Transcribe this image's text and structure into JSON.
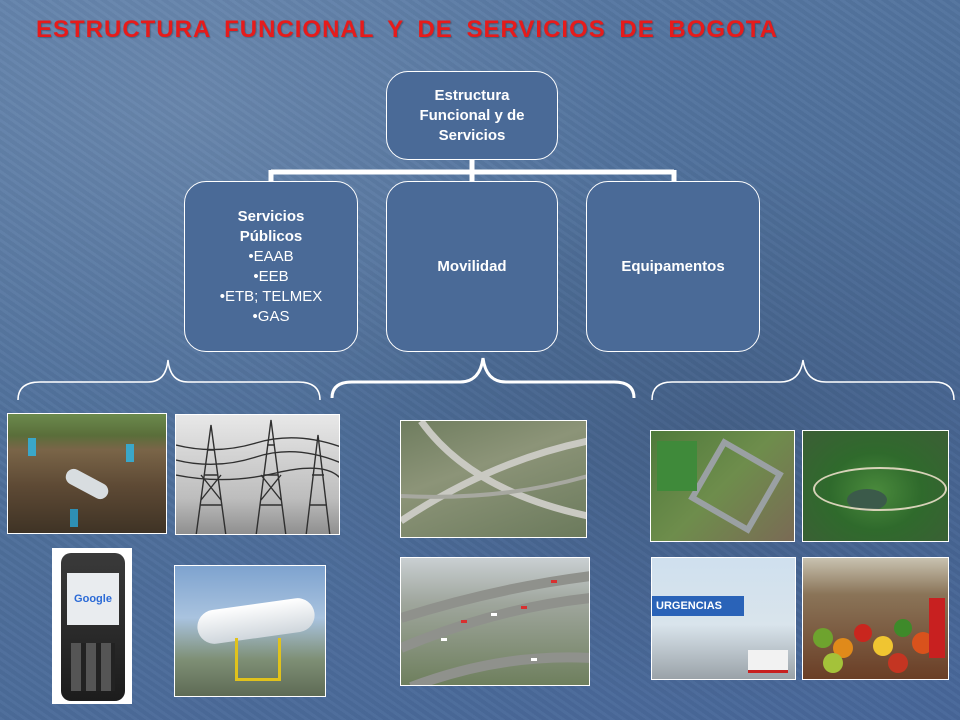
{
  "title": "ESTRUCTURA  FUNCIONAL  Y  DE  SERVICIOS  DE  BOGOTA",
  "root": {
    "label": "Estructura Funcional y de Servicios"
  },
  "children": [
    {
      "label": "Servicios Públicos",
      "items": [
        "•EAAB",
        "•EEB",
        "•ETB; TELMEX",
        "•GAS"
      ]
    },
    {
      "label": "Movilidad",
      "items": []
    },
    {
      "label": "Equipamentos",
      "items": []
    }
  ],
  "photos": {
    "servicios": [
      "excavation-pipes-photo",
      "power-transmission-towers-photo",
      "google-mobile-phone-photo",
      "gas-storage-tank-photo"
    ],
    "movilidad": [
      "highway-interchange-photo",
      "urban-highway-traffic-photo"
    ],
    "equipamentos": [
      "aerial-building-complex-photo",
      "aerial-park-lake-photo",
      "hospital-urgencias-photo",
      "market-produce-photo"
    ]
  },
  "photo_text": {
    "urgencias": "URGENCIAS",
    "phone_screen": "Google"
  },
  "colors": {
    "title": "#e61b1b",
    "node_fill": "#4a6a97",
    "node_border": "#ffffff",
    "connector": "#ffffff"
  }
}
